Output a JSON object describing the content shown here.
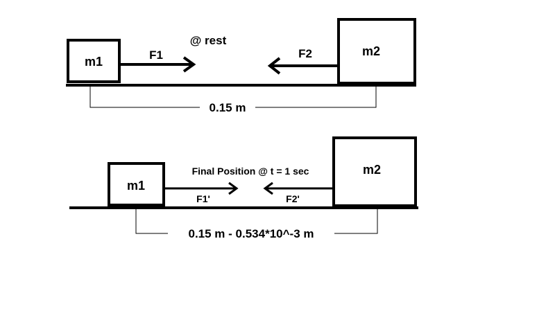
{
  "top": {
    "state_label": "@ rest",
    "block1_label": "m1",
    "block2_label": "m2",
    "force1_label": "F1",
    "force2_label": "F2",
    "distance_label": "0.15 m"
  },
  "bottom": {
    "state_label": "Final Position @ t = 1 sec",
    "block1_label": "m1",
    "block2_label": "m2",
    "force1_label": "F1'",
    "force2_label": "F2'",
    "distance_label": "0.15 m - 0.534*10^-3 m"
  },
  "colors": {
    "stroke": "#000000",
    "background": "#ffffff"
  }
}
